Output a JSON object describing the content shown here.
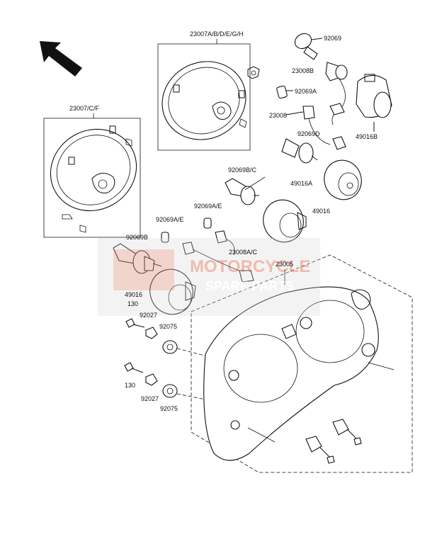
{
  "labels": {
    "top_rim": "23007A/B/D/E/G/H",
    "left_rim": "23007/C/F",
    "bulb_top": "92069",
    "socket_top": "23008B",
    "bulb_a_top": "92069A",
    "socket_23008": "23008",
    "bulb_d": "92069D",
    "lamp_49016b": "49016B",
    "lamp_49016a": "49016A",
    "bulb_bc": "92069B/C",
    "lamp_49016_right": "49016",
    "bulb_ae_mid": "92069A/E",
    "bulb_ae_left": "92069A/E",
    "socket_23008ac": "23008A/C",
    "bulb_92069b": "92069B",
    "lamp_49016_left": "49016",
    "bolt_130_upper": "130",
    "washer_92027_upper": "92027",
    "grommet_92075_upper": "92075",
    "bolt_130_lower": "130",
    "washer_92027_lower": "92027",
    "grommet_92075_lower": "92075",
    "housing_23005": "23005"
  },
  "watermark": {
    "line1": "MOTORCYCLE",
    "line2": "SPARE PARTS",
    "color": "#e07a5f"
  },
  "icons": {
    "direction": "arrow-up-left-icon"
  }
}
